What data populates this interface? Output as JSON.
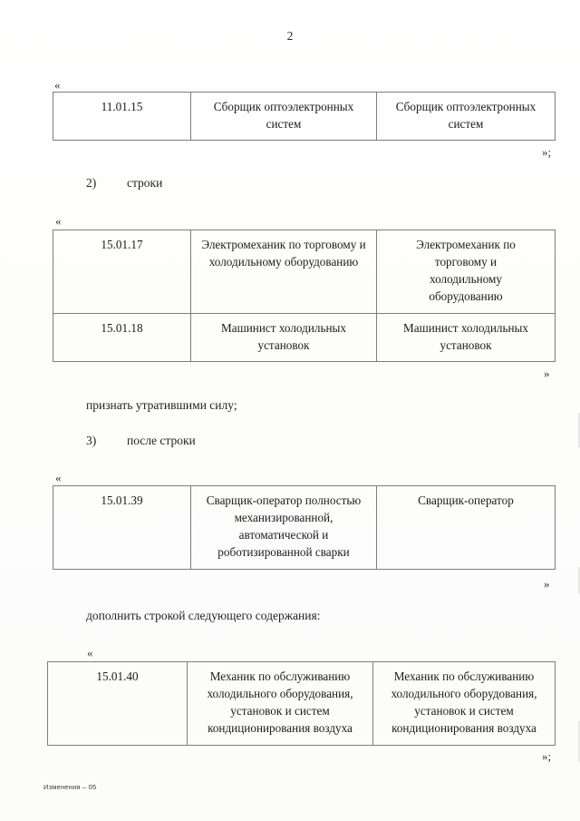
{
  "document": {
    "page_number": "2",
    "footer_note": "Изменения – 05",
    "quote_open": "«",
    "quote_close_semicolon": "»;",
    "quote_close": "»"
  },
  "blocks": {
    "item2_number": "2)",
    "item2_text": "строки",
    "repeal_text": "признать утратившими силу;",
    "item3_number": "3)",
    "item3_text": "после строки",
    "append_text": "дополнить строкой следующего содержания:"
  },
  "tables": [
    {
      "id": "table-1101-15",
      "rows": [
        {
          "code": "11.01.15",
          "old_name": "Сборщик оптоэлектронных систем",
          "new_name": "Сборщик оптоэлектронных систем"
        }
      ]
    },
    {
      "id": "table-1501-17-18",
      "rows": [
        {
          "code": "15.01.17",
          "old_name": "Электромеханик по торговому и холодильному оборудованию",
          "new_name": "Электромеханик по торговому и холодильному оборудованию"
        },
        {
          "code": "15.01.18",
          "old_name": "Машинист холодильных установок",
          "new_name": "Машинист холодильных установок"
        }
      ]
    },
    {
      "id": "table-1501-39",
      "rows": [
        {
          "code": "15.01.39",
          "old_name": "Сварщик-оператор полностью механизированной, автоматической и роботизированной сварки",
          "new_name": "Сварщик-оператор"
        }
      ]
    },
    {
      "id": "table-1501-40",
      "rows": [
        {
          "code": "15.01.40",
          "old_name": "Механик по обслуживанию холодильного оборудования, установок и систем кондиционирования воздуха",
          "new_name": "Механик по обслуживанию холодильного оборудования, установок и систем кондиционирования воздуха"
        }
      ]
    }
  ]
}
